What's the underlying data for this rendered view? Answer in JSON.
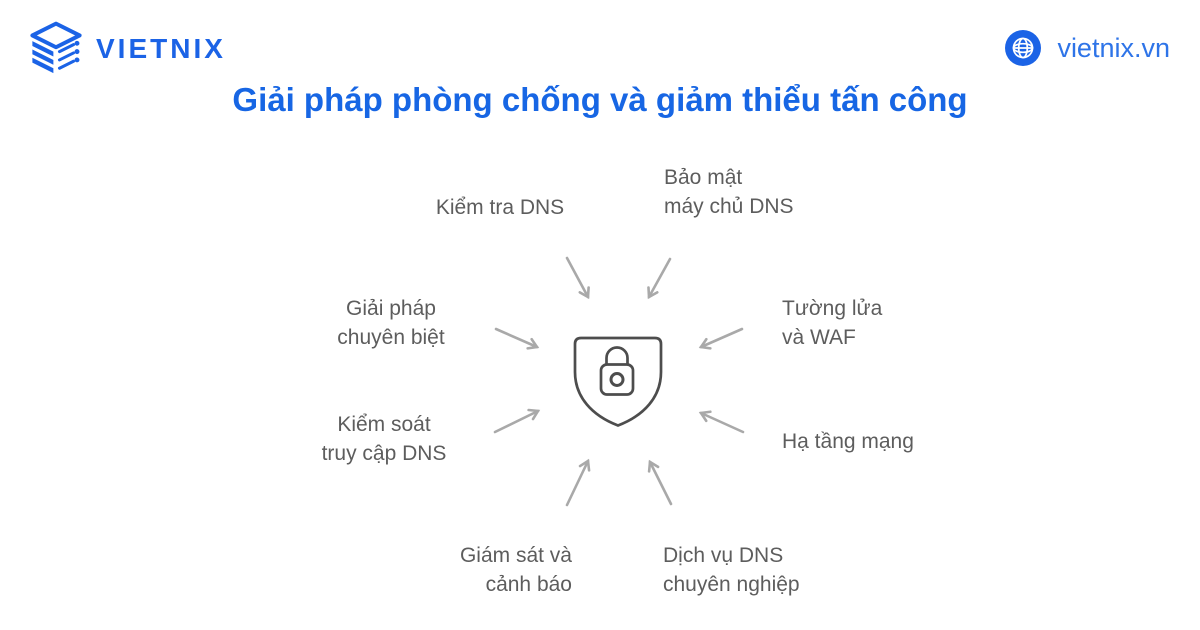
{
  "header": {
    "brand": "VIETNIX",
    "website": "vietnix.vn"
  },
  "title": "Giải pháp phòng chống và giảm thiểu tấn công",
  "diagram": {
    "center_icon": "shield-lock",
    "items": [
      {
        "id": "kiem-tra-dns",
        "label": "Kiểm tra DNS"
      },
      {
        "id": "bao-mat-may-chu-dns",
        "label": "Bảo mật\nmáy chủ DNS"
      },
      {
        "id": "giai-phap-chuyen-biet",
        "label": "Giải pháp\nchuyên biệt"
      },
      {
        "id": "tuong-lua-va-waf",
        "label": "Tường lửa\nvà WAF"
      },
      {
        "id": "kiem-soat-truy-cap-dns",
        "label": "Kiểm soát\ntruy cập DNS"
      },
      {
        "id": "ha-tang-mang",
        "label": "Hạ tầng mạng"
      },
      {
        "id": "giam-sat-va-canh-bao",
        "label": "Giám sát và\ncảnh báo"
      },
      {
        "id": "dich-vu-dns-chuyen-nghiep",
        "label": "Dịch vụ DNS\nchuyên nghiệp"
      }
    ]
  },
  "colors": {
    "brand_blue": "#1b63e6",
    "title_blue": "#1766e4",
    "label_gray": "#5d5d5d",
    "arrow_gray": "#a9a9a9",
    "icon_gray": "#4d4d4d",
    "background": "#ffffff"
  }
}
